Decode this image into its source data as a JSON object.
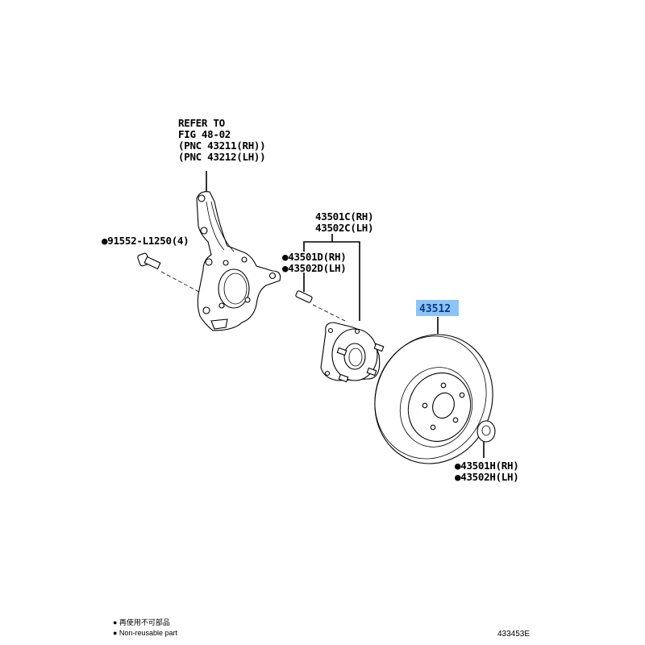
{
  "reference": {
    "lines": [
      "REFER TO",
      "FIG 48-02",
      "(PNC 43211(RH))",
      "(PNC 43212(LH))"
    ]
  },
  "callouts": {
    "bolt": "●91552-L1250(4)",
    "hub_rh": "43501C(RH)",
    "hub_lh": "43502C(LH)",
    "stud_rh": "●43501D(RH)",
    "stud_lh": "●43502D(LH)",
    "disc": "43512",
    "nut_rh": "●43501H(RH)",
    "nut_lh": "●43502H(LH)"
  },
  "highlight_color": "#8ec3f7",
  "legend": {
    "jp": "● 再使用不可部品",
    "en": "● Non-reusable part"
  },
  "figure_code": "433453E"
}
